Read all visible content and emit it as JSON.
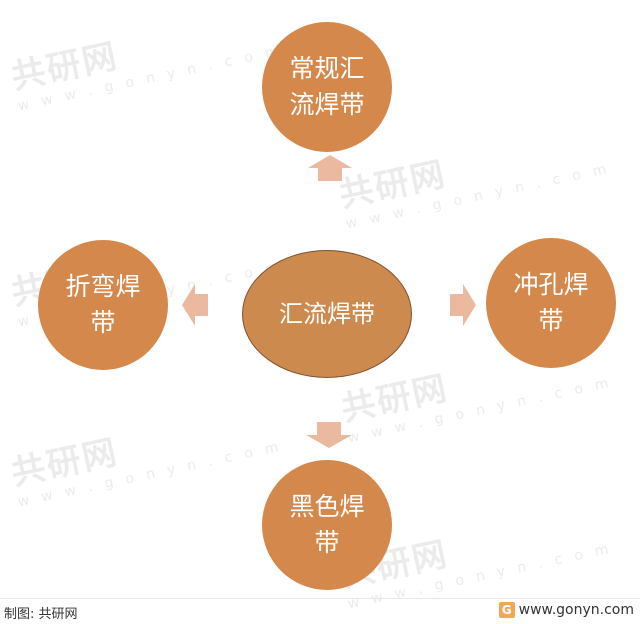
{
  "diagram": {
    "center": "汇流焊带",
    "top": [
      "常规汇",
      "流焊带"
    ],
    "left": [
      "折弯焊",
      "带"
    ],
    "right": [
      "冲孔焊",
      "带"
    ],
    "bottom": [
      "黑色焊",
      "带"
    ]
  },
  "watermark": {
    "text": "共研网",
    "url": "w w w . g o n y n . c o m"
  },
  "footer": {
    "source": "制图: 共研网",
    "site": "www.gonyn.com",
    "logo_icon": "gonyn-logo-icon"
  },
  "colors": {
    "node": "#d4884b",
    "center": "#cc8a4e",
    "arrow": "#eab9a0"
  }
}
